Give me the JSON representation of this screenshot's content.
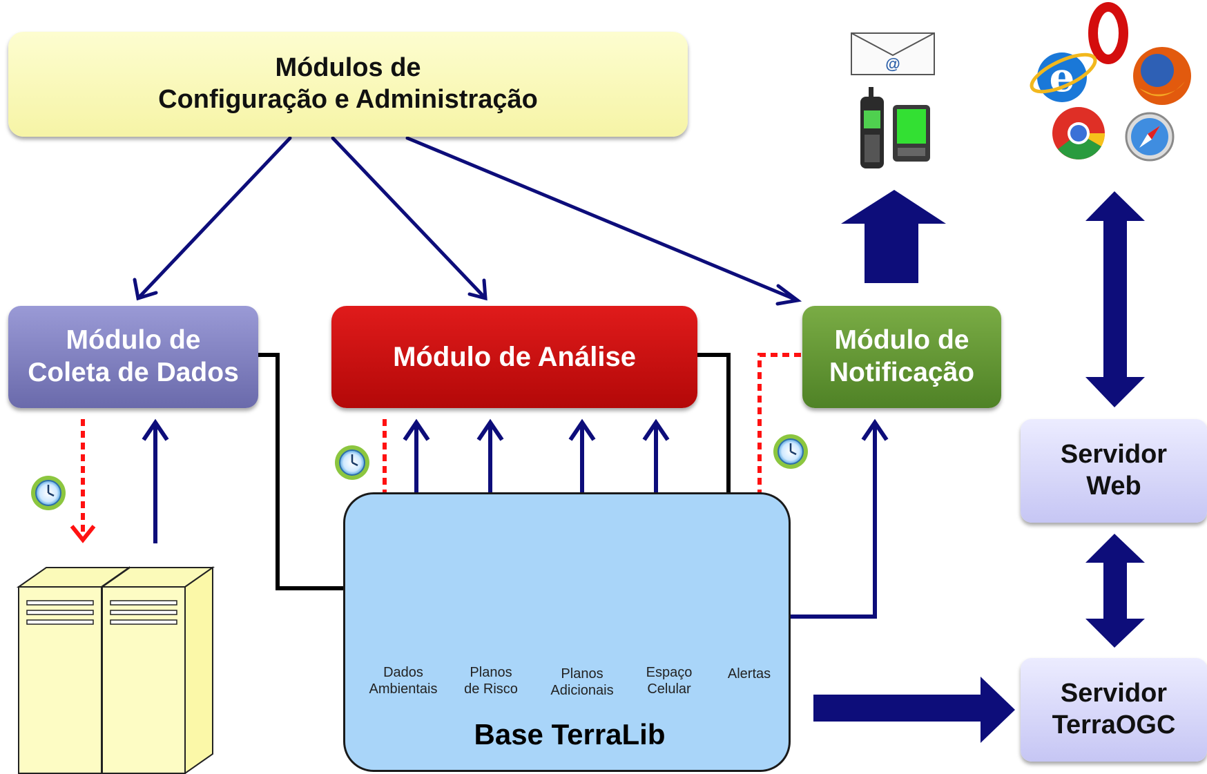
{
  "nodes": {
    "config": {
      "line1": "Módulos de",
      "line2": "Configuração e Administração"
    },
    "coleta": {
      "line1": "Módulo de",
      "line2": "Coleta de Dados"
    },
    "analise": {
      "label": "Módulo de Análise"
    },
    "notificacao": {
      "line1": "Módulo de",
      "line2": "Notificação"
    },
    "servidor_web": {
      "line1": "Servidor",
      "line2": "Web"
    },
    "servidor_ogc": {
      "line1": "Servidor",
      "line2": "TerraOGC"
    },
    "base": {
      "label": "Base TerraLib"
    }
  },
  "layers": [
    {
      "line1": "Dados",
      "line2": "Ambientais"
    },
    {
      "line1": "Planos",
      "line2": "de Risco"
    },
    {
      "line1": "Planos",
      "line2": "Adicionais"
    },
    {
      "line1": "Espaço",
      "line2": "Celular"
    },
    {
      "line1": "Alertas",
      "line2": ""
    }
  ],
  "icons": [
    "envelope-icon",
    "cellphone-icon",
    "pda-icon",
    "opera-icon",
    "internet-explorer-icon",
    "firefox-icon",
    "chrome-icon",
    "safari-icon",
    "clock-icon",
    "server-icon",
    "terralib-logo-icon"
  ],
  "colors": {
    "arrow": "#0d0d7a",
    "trigger": "#ff1111",
    "data_flow": "#000000"
  }
}
